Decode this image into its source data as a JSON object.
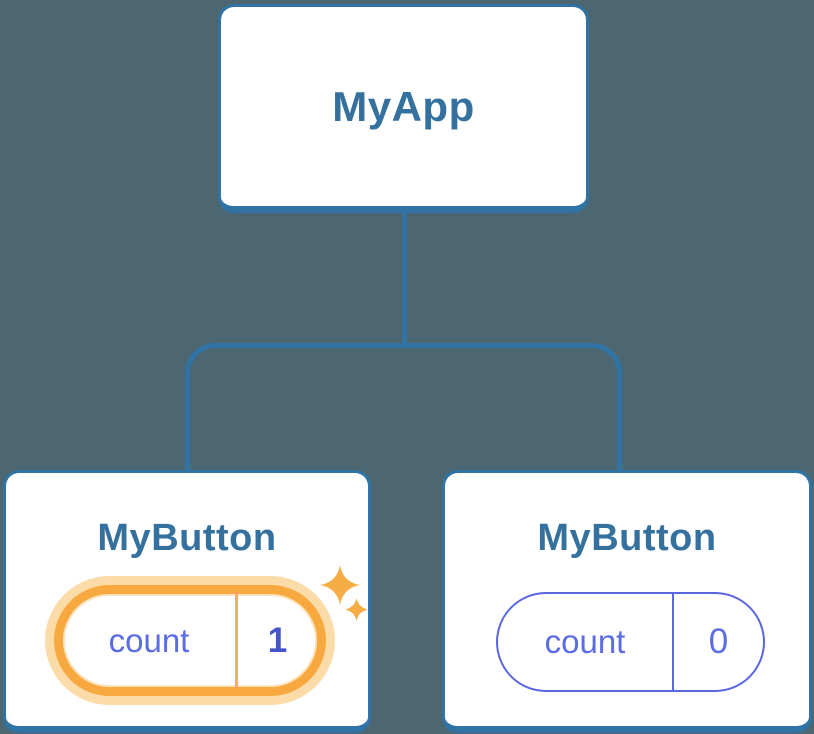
{
  "colors": {
    "background": "#4C6672",
    "connector_blue": "#2F74A5",
    "card_border_blue": "#2F74A5",
    "card_background": "#FFFFFF",
    "node_text_blue": "#35719E",
    "state_text_purple": "#5B6CE4",
    "state_value_bold_purple": "#4653CE",
    "state_border_purple": "#5A67E0",
    "highlight_orange": "#F7A940",
    "highlight_halo_orange": "#FBDCA9",
    "sparkle_orange": "#F7AD45"
  },
  "tree": {
    "root": {
      "label": "MyApp"
    },
    "children": [
      {
        "label": "MyButton",
        "state": {
          "name": "count",
          "value": "1"
        },
        "highlighted": true,
        "icon": "sparkles-icon"
      },
      {
        "label": "MyButton",
        "state": {
          "name": "count",
          "value": "0"
        },
        "highlighted": false
      }
    ]
  }
}
